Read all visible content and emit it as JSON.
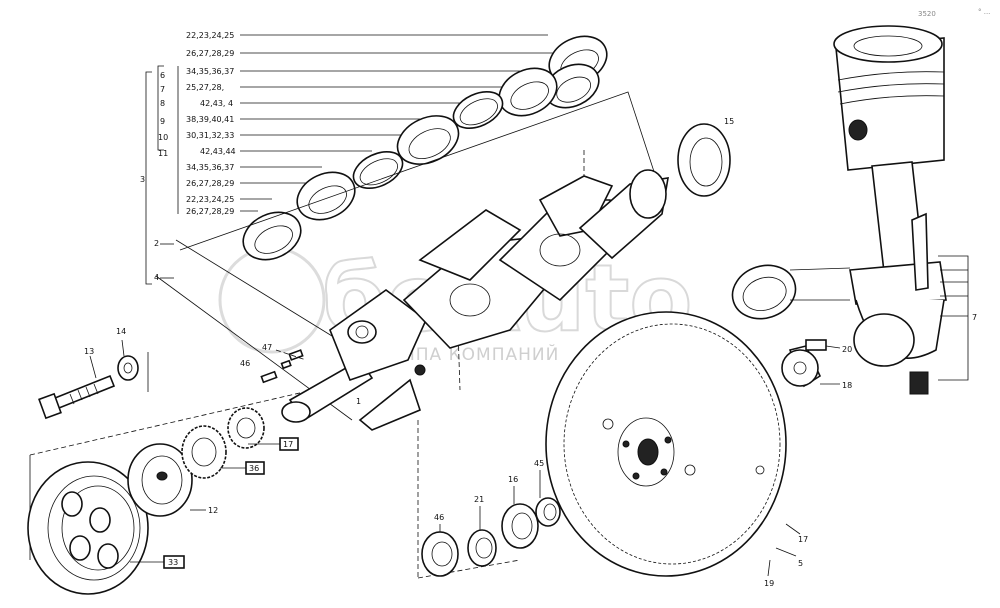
{
  "watermark": {
    "logo": "бeAuto",
    "subtitle": "ГРУППА КОМПАНИЙ"
  },
  "corner_mark": "° ...",
  "corner_page": "3520",
  "bearing_list": [
    "22,23,24,25",
    "26,27,28,29",
    "34,35,36,37",
    "25,27,28,",
    "42,43,  4",
    "38,39,40,41",
    "30,31,32,33",
    "42,43,44",
    "34,35,36,37",
    "26,27,28,29",
    "22,23,24,25",
    "26,27,28,29"
  ],
  "bracket_numbers": [
    "6",
    "7",
    "8",
    "9",
    "10",
    "11"
  ],
  "group_number": "3",
  "callouts": {
    "c2": "2",
    "c4": "4",
    "c13": "13",
    "c14": "14",
    "c47": "47",
    "c46": "46",
    "c1": "1",
    "c15": "15",
    "c12": "12",
    "c21": "21",
    "c16": "16",
    "c45": "45",
    "c46b": "46",
    "c20": "20",
    "c18": "18",
    "c19": "19",
    "c17": "17",
    "c5": "5",
    "c7r": "7"
  },
  "boxed": {
    "b17": "17",
    "b36": "36",
    "b33": "33"
  }
}
